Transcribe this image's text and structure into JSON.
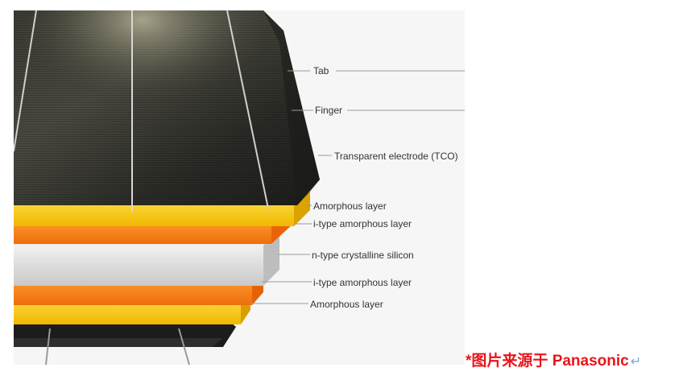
{
  "labels": {
    "tab": "Tab",
    "finger": "Finger",
    "tco": "Transparent electrode (TCO)",
    "amorphous_top": "Amorphous layer",
    "i_type_top": "i-type amorphous layer",
    "n_type": "n-type crystalline silicon",
    "i_type_bottom": "i-type amorphous layer",
    "amorphous_bottom": "Amorphous layer"
  },
  "caption": {
    "prefix": "*图片来源于 ",
    "source": "Panasonic",
    "return_symbol": "↵"
  },
  "colors": {
    "cell_surface": "#2a2a26",
    "amorphous": "#f7c712",
    "i_type": "#f57f14",
    "n_type": "#d9d9d9",
    "back_electrode": "#1a1a1a",
    "caption": "#e8151b"
  }
}
